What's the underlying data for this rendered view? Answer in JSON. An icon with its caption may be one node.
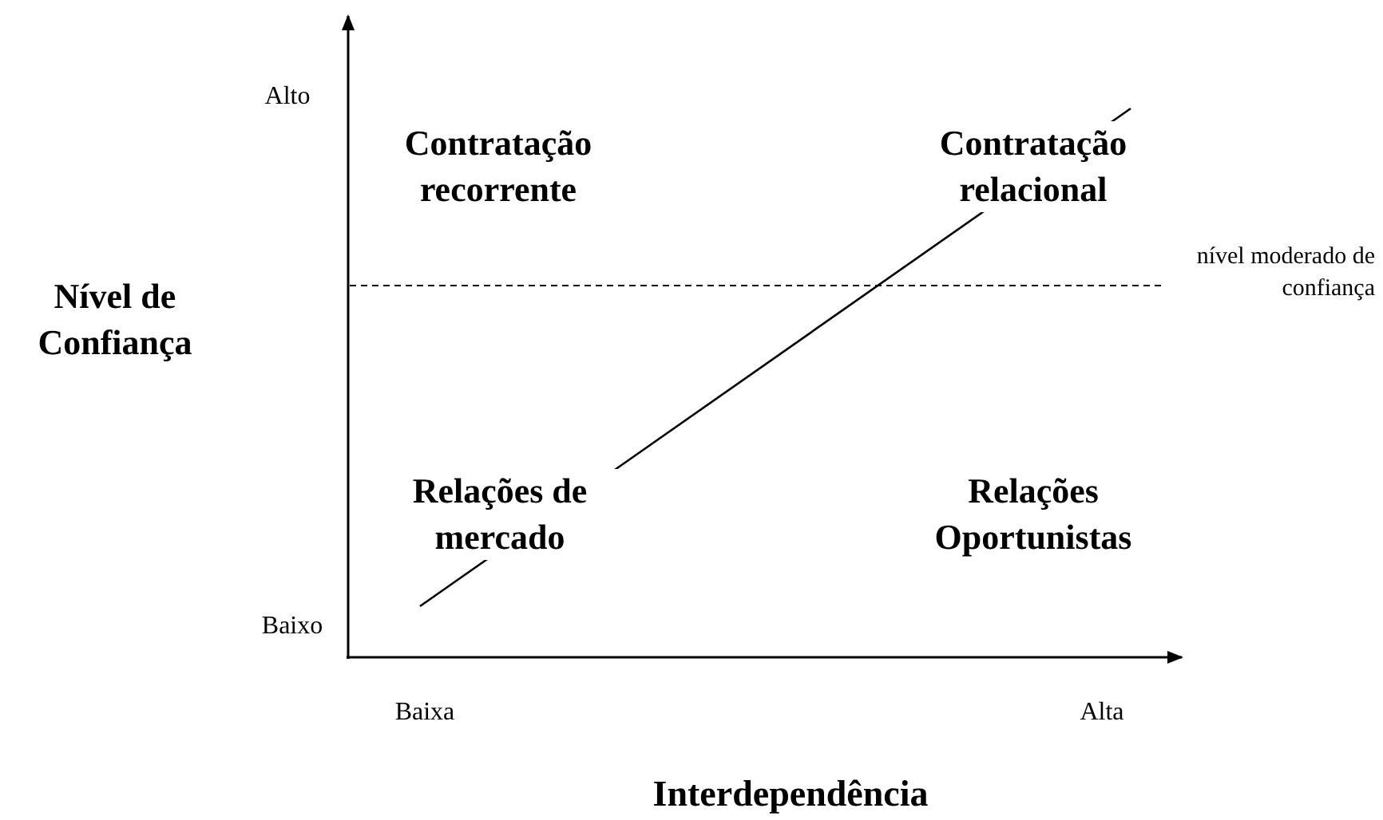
{
  "diagram": {
    "labels": [
      "Alto",
      "Contratação recorrente",
      "Contratação relacional",
      "Nível de Confiança",
      "nível moderado de confiança",
      "Relações de mercado",
      "Relações Oportunistas",
      "Baixo",
      "Baixa",
      "Alta",
      "Interdependência"
    ]
  }
}
